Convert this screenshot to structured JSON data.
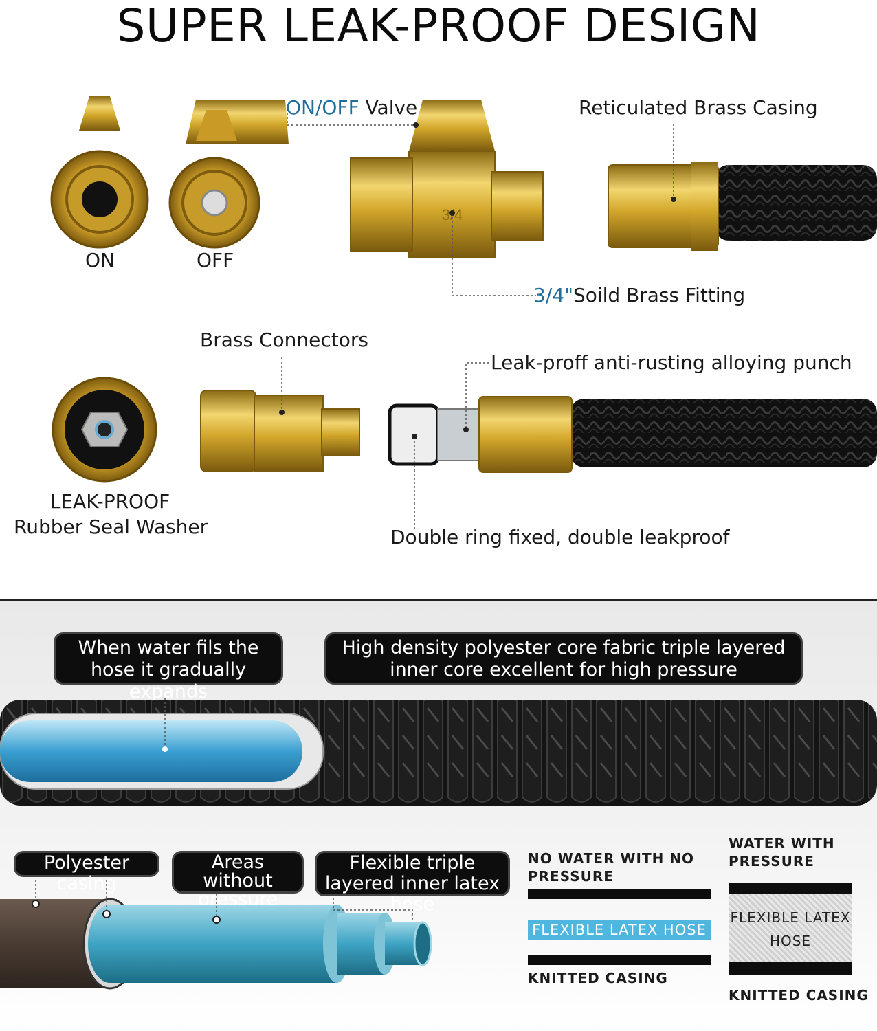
{
  "title": "SUPER LEAK-PROOF DESIGN",
  "labels": {
    "on": "ON",
    "off": "OFF",
    "valve_prefix": "ON/OFF",
    "valve_suffix": " Valve",
    "brass_casing": "Reticulated Brass Casing",
    "fitting_prefix": "3/4\"",
    "fitting_suffix": "Soild Brass Fitting",
    "brass_connectors": "Brass Connectors",
    "leak_punch": "Leak-proff anti-rusting alloying punch",
    "washer_line1": "LEAK-PROOF",
    "washer_line2": "Rubber Seal Washer",
    "double_ring": "Double ring fixed, double leakproof",
    "fitting_marking": "3/4"
  },
  "callouts": {
    "expands": "When water fils the hose it gradually expands",
    "core": "High density polyester core fabric triple layered inner core excellent for high pressure",
    "polyester_casing": "Polyester casing",
    "areas": "Areas without pressure",
    "flexible": "Flexible triple layered inner latex hose"
  },
  "diagram_left": {
    "heading": "NO WATER WITH NO PRESSURE",
    "latex": "FLEXIBLE LATEX HOSE",
    "casing": "KNITTED CASING"
  },
  "diagram_right": {
    "heading": "WATER WITH PRESSURE",
    "latex": "FLEXIBLE LATEX HOSE",
    "casing": "KNITTED CASING"
  },
  "colors": {
    "brass": "#d8b23e",
    "accent_blue": "#1f6e9c",
    "latex_blue": "#4eb6df",
    "hose_black": "#0d0d0d"
  }
}
